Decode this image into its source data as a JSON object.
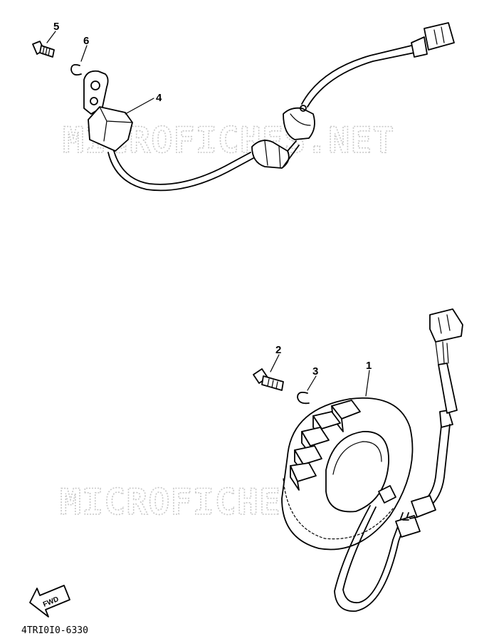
{
  "watermark": "MICROFICHES.NET",
  "diagram_code": "4TRI0I0-6330",
  "fwd_label": "FWD",
  "callouts": {
    "c1": "1",
    "c2": "2",
    "c3": "3",
    "c4": "4",
    "c5": "5",
    "c6": "6"
  }
}
